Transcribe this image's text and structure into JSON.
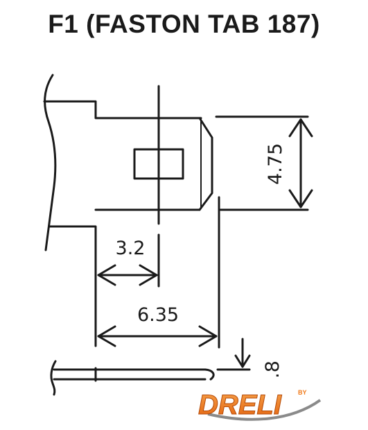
{
  "title": "F1 (FASTON TAB 187)",
  "dimensions": {
    "tab_height": "4.75",
    "hole_offset": "3.2",
    "tab_length": "6.35",
    "thickness": ".8"
  },
  "logo": {
    "text": "DRELI",
    "by": "BY",
    "color": "#f07a1a"
  }
}
